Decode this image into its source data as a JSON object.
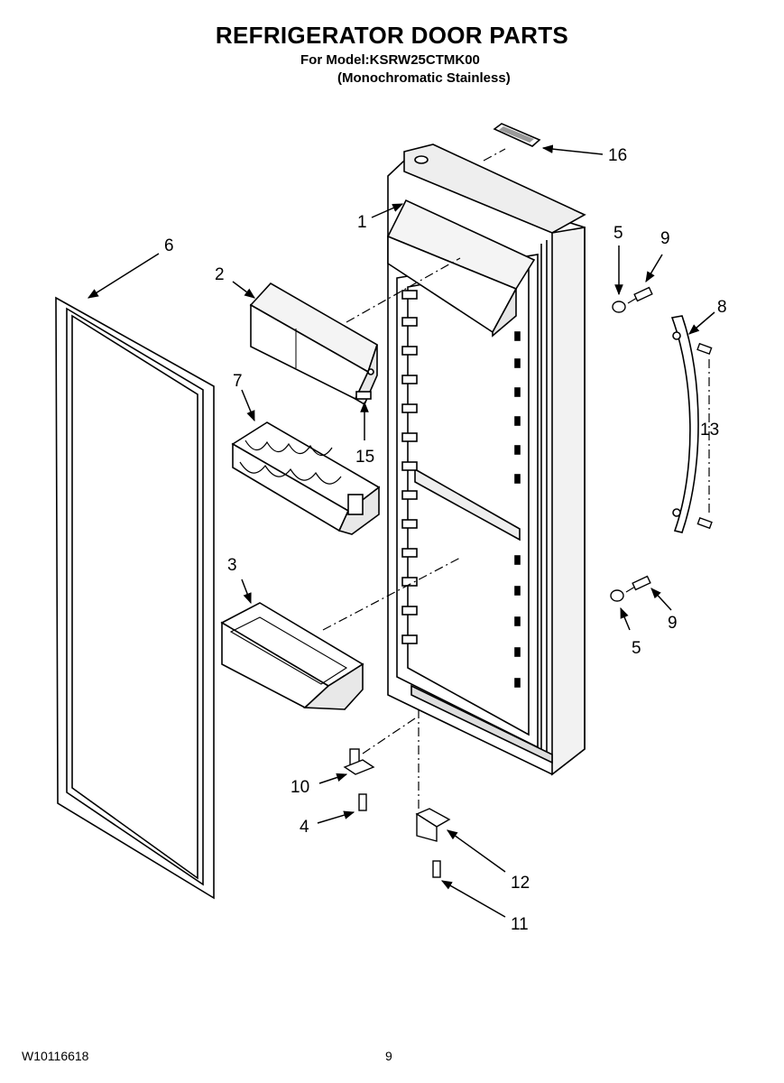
{
  "header": {
    "title": "REFRIGERATOR DOOR PARTS",
    "model_line": "For Model:KSRW25CTMK00",
    "finish_line": "(Monochromatic Stainless)"
  },
  "footer": {
    "doc_number": "W10116618",
    "page_number": "9"
  },
  "callouts": {
    "c1": "1",
    "c2": "2",
    "c3": "3",
    "c4": "4",
    "c5a": "5",
    "c5b": "5",
    "c6": "6",
    "c7": "7",
    "c8": "8",
    "c9a": "9",
    "c9b": "9",
    "c10": "10",
    "c11": "11",
    "c12": "12",
    "c13": "13",
    "c15": "15",
    "c16": "16"
  }
}
